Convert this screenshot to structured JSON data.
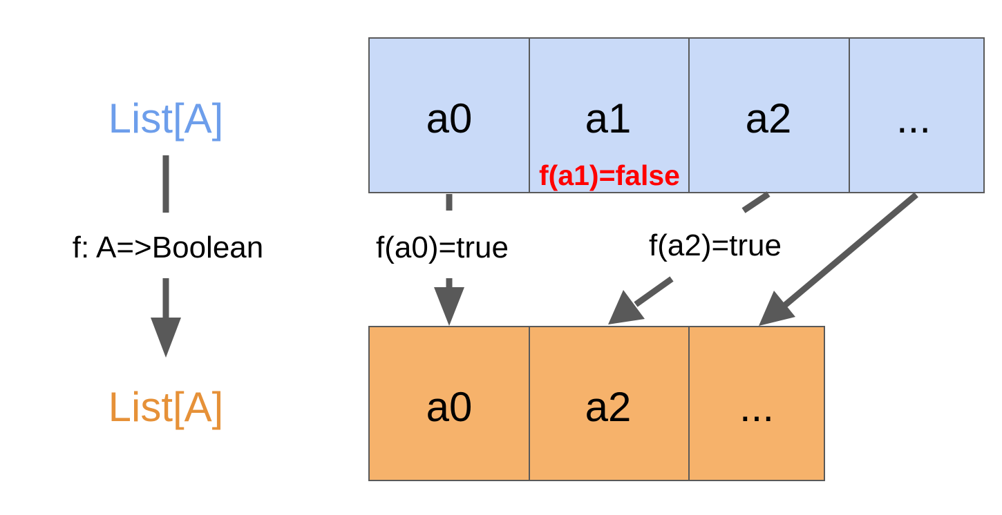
{
  "colors": {
    "input": "#6d9eeb",
    "output": "#e69138",
    "input_fill": "#c9daf8",
    "output_fill": "#f6b26b",
    "arrow": "#595959",
    "border": "#595959",
    "rejected": "#ff0000"
  },
  "left": {
    "input_type": "List[A]",
    "function_signature": "f: A=>Boolean",
    "output_type": "List[A]"
  },
  "input_list": {
    "cells": [
      "a0",
      "a1",
      "a2",
      "..."
    ]
  },
  "output_list": {
    "cells": [
      "a0",
      "a2",
      "..."
    ]
  },
  "annotations": {
    "a0_result": "f(a0)=true",
    "a1_result": "f(a1)=false",
    "a2_result": "f(a2)=true"
  }
}
